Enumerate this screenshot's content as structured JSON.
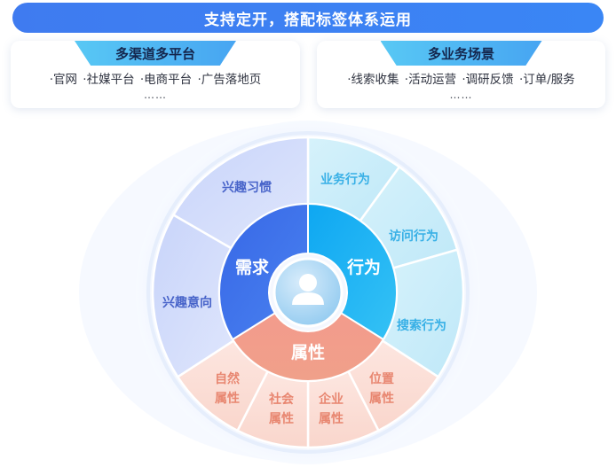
{
  "header": {
    "title": "支持定开，搭配标签体系运用"
  },
  "cards": {
    "left": {
      "tab": "多渠道多平台",
      "items": [
        "·官网",
        "·社媒平台",
        "·电商平台",
        "·广告落地页"
      ],
      "more": "……"
    },
    "right": {
      "tab": "多业务场景",
      "items": [
        "·线索收集",
        "·活动运营",
        "·调研反馈",
        "·订单/服务"
      ],
      "more": "……"
    }
  },
  "wheel": {
    "inner": {
      "demand": "需求",
      "behavior": "行为",
      "attribute": "属性"
    },
    "outer": {
      "habit": "兴趣习惯",
      "intent": "兴趣意向",
      "business": "业务行为",
      "visit": "访问行为",
      "search": "搜索行为",
      "natural_1": "自然",
      "natural_2": "属性",
      "social_1": "社会",
      "social_2": "属性",
      "company_1": "企业",
      "company_2": "属性",
      "location_1": "位置",
      "location_2": "属性"
    },
    "center_icon": "user-icon"
  },
  "colors": {
    "banner": "#3f7bf0",
    "demand": "#3a6fe8",
    "behavior": "#16aef0",
    "attribute": "#f29a86",
    "demand_outer": "#d3dcfa",
    "behavior_outer": "#cdeef9",
    "attribute_outer": "#fbdcd4"
  }
}
